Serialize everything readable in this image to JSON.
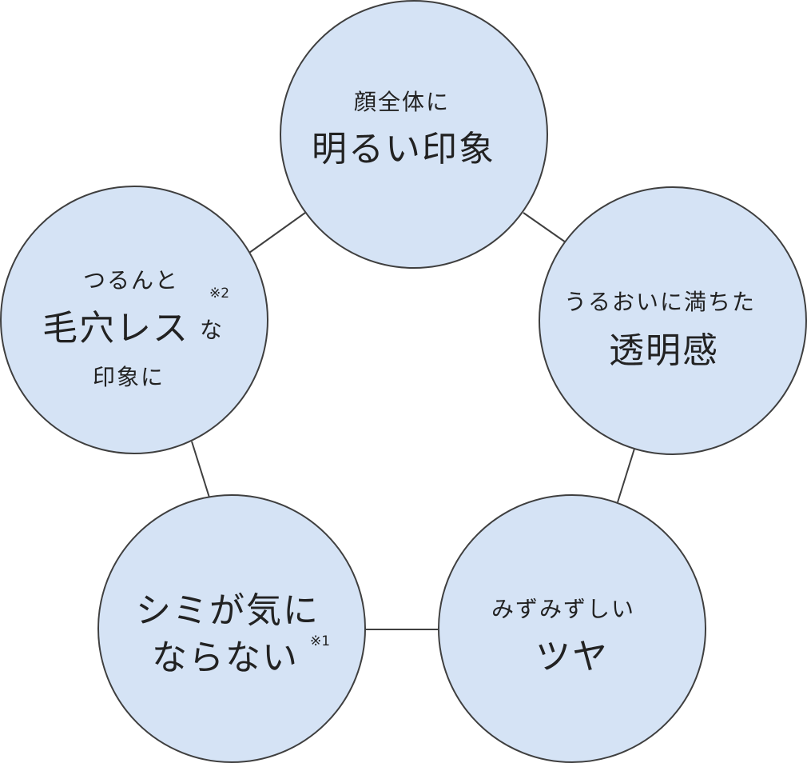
{
  "colors": {
    "node_fill": "#d5e3f5",
    "stroke": "#3f3f3f",
    "text": "#222222"
  },
  "nodes": {
    "top": {
      "line1": "顔全体に",
      "line2": "明るい印象"
    },
    "right": {
      "line1": "うるおいに満ちた",
      "line2": "透明感"
    },
    "bottom_right": {
      "line1": "みずみずしい",
      "line2": "ツヤ"
    },
    "bottom_left": {
      "line1": "シミが気に",
      "line2": "ならない",
      "note": "※1"
    },
    "left": {
      "line1": "つるんと",
      "line2": "毛穴レス",
      "line2_suffix": "な",
      "note": "※2",
      "line3": "印象に"
    }
  }
}
